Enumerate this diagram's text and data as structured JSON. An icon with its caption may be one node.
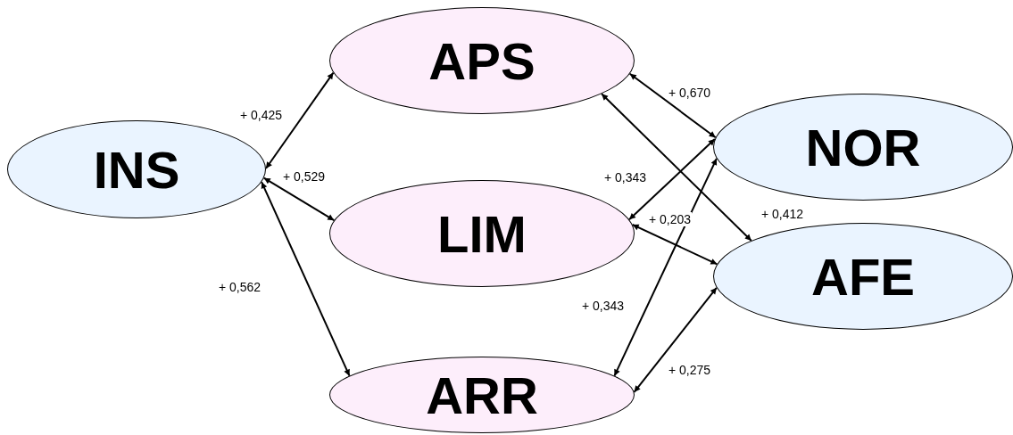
{
  "diagram": {
    "nodes": [
      {
        "text": [
          "INS"
        ]
      },
      {
        "text": [
          "APS"
        ]
      },
      {
        "text": [
          "LIM"
        ]
      },
      {
        "text": [
          "ARR"
        ]
      },
      {
        "text": [
          "NOR"
        ]
      },
      {
        "text": [
          "AFE"
        ]
      }
    ],
    "edges": [
      {
        "from": 0,
        "to": 1,
        "arrow": "both",
        "label": "+ 0,425"
      },
      {
        "from": 0,
        "to": 2,
        "arrow": "both",
        "label": "+ 0,529"
      },
      {
        "from": 0,
        "to": 3,
        "arrow": "both",
        "label": "+ 0,562"
      },
      {
        "from": 1,
        "to": 4,
        "arrow": "both",
        "label": "+ 0,670"
      },
      {
        "from": 1,
        "to": 5,
        "arrow": "both",
        "label": "+ 0,412"
      },
      {
        "from": 2,
        "to": 4,
        "arrow": "both",
        "label": "+ 0,343"
      },
      {
        "from": 2,
        "to": 5,
        "arrow": "both",
        "label": "+ 0,203"
      },
      {
        "from": 3,
        "to": 4,
        "arrow": "both",
        "label": "+ 0,343"
      },
      {
        "from": 3,
        "to": 5,
        "arrow": "both",
        "label": "+ 0,275"
      }
    ]
  }
}
